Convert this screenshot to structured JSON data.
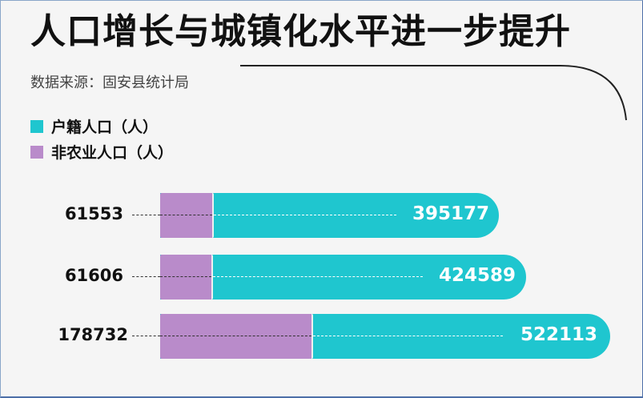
{
  "title": "人口增长与城镇化水平进一步提升",
  "subtitle": "数据来源：固安县统计局",
  "legend": [
    {
      "label": "户籍人口（人）",
      "color": "#1fc6cf"
    },
    {
      "label": "非农业人口（人）",
      "color": "#b98bca"
    }
  ],
  "rows": [
    {
      "non_agri": "61553",
      "registered": "395177"
    },
    {
      "non_agri": "61606",
      "registered": "424589"
    },
    {
      "non_agri": "178732",
      "registered": "522113"
    }
  ],
  "chart_data": {
    "type": "bar",
    "orientation": "horizontal",
    "title": "人口增长与城镇化水平进一步提升",
    "subtitle": "数据来源：固安县统计局",
    "categories": [
      "row1",
      "row2",
      "row3"
    ],
    "series": [
      {
        "name": "户籍人口（人）",
        "color": "#1fc6cf",
        "values": [
          395177,
          424589,
          522113
        ]
      },
      {
        "name": "非农业人口（人）",
        "color": "#b98bca",
        "values": [
          61553,
          61606,
          178732
        ]
      }
    ],
    "xlabel": "",
    "ylabel": "",
    "grid": false,
    "legend_position": "top-left",
    "overlay": true
  }
}
